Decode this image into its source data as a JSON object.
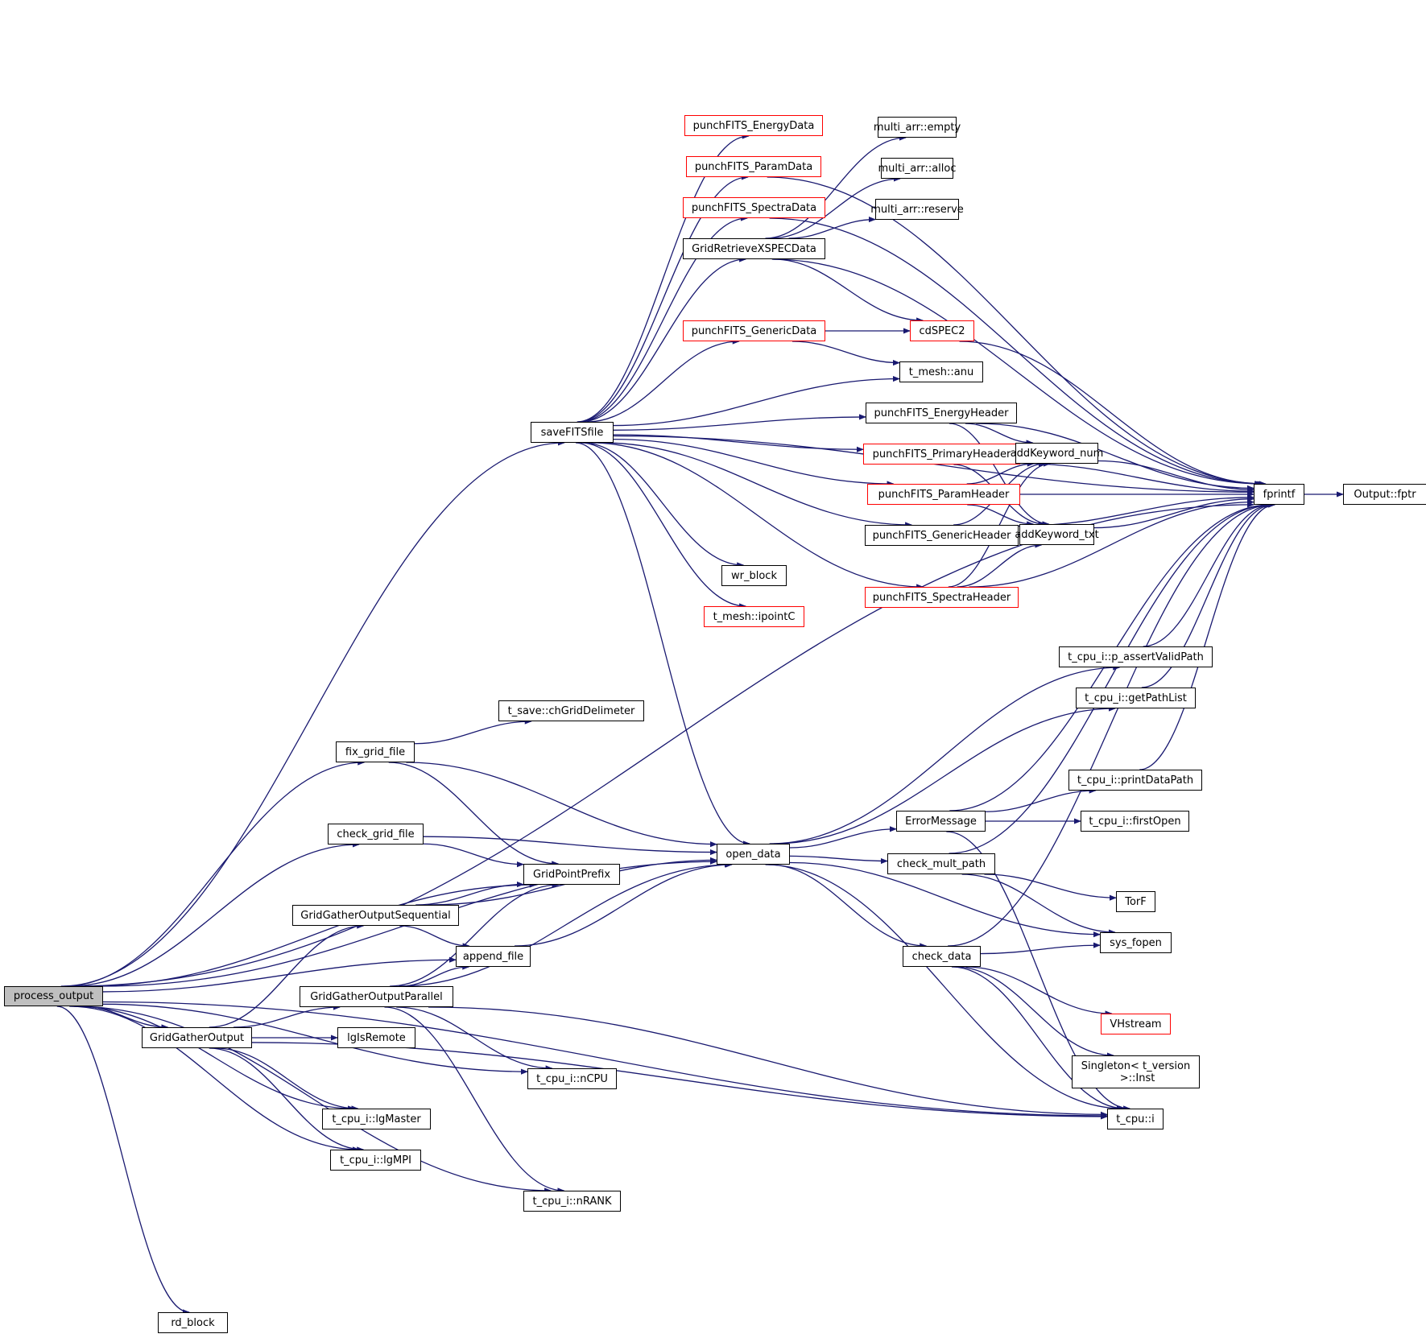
{
  "title": "Call graph of process_output",
  "colors": {
    "edge": "#191970",
    "node_border": "#000000",
    "red_border": "#ff0000",
    "root_fill": "#bfbfbf"
  },
  "nodes": [
    {
      "id": "process_output",
      "label": "process_output",
      "style": "root"
    },
    {
      "id": "saveFITSfile",
      "label": "saveFITSfile",
      "style": "normal"
    },
    {
      "id": "punchFITS_EnergyData",
      "label": "punchFITS_EnergyData",
      "style": "red"
    },
    {
      "id": "punchFITS_ParamData",
      "label": "punchFITS_ParamData",
      "style": "red"
    },
    {
      "id": "punchFITS_SpectraData",
      "label": "punchFITS_SpectraData",
      "style": "red"
    },
    {
      "id": "GridRetrieveXSPECData",
      "label": "GridRetrieveXSPECData",
      "style": "normal"
    },
    {
      "id": "punchFITS_GenericData",
      "label": "punchFITS_GenericData",
      "style": "red"
    },
    {
      "id": "multi_arr_empty",
      "label": "multi_arr::empty",
      "style": "normal"
    },
    {
      "id": "multi_arr_alloc",
      "label": "multi_arr::alloc",
      "style": "normal"
    },
    {
      "id": "multi_arr_reserve",
      "label": "multi_arr::reserve",
      "style": "normal"
    },
    {
      "id": "cdSPEC2",
      "label": "cdSPEC2",
      "style": "red"
    },
    {
      "id": "t_mesh_anu",
      "label": "t_mesh::anu",
      "style": "normal"
    },
    {
      "id": "punchFITS_EnergyHeader",
      "label": "punchFITS_EnergyHeader",
      "style": "normal"
    },
    {
      "id": "punchFITS_PrimaryHeader",
      "label": "punchFITS_PrimaryHeader",
      "style": "red"
    },
    {
      "id": "punchFITS_ParamHeader",
      "label": "punchFITS_ParamHeader",
      "style": "red"
    },
    {
      "id": "punchFITS_GenericHeader",
      "label": "punchFITS_GenericHeader",
      "style": "normal"
    },
    {
      "id": "punchFITS_SpectraHeader",
      "label": "punchFITS_SpectraHeader",
      "style": "red"
    },
    {
      "id": "addKeyword_num",
      "label": "addKeyword_num",
      "style": "normal"
    },
    {
      "id": "addKeyword_txt",
      "label": "addKeyword_txt",
      "style": "normal"
    },
    {
      "id": "fprintf",
      "label": "fprintf",
      "style": "normal"
    },
    {
      "id": "Output_fptr",
      "label": "Output::fptr",
      "style": "normal"
    },
    {
      "id": "wr_block",
      "label": "wr_block",
      "style": "normal"
    },
    {
      "id": "t_mesh_ipointC",
      "label": "t_mesh::ipointC",
      "style": "red"
    },
    {
      "id": "t_cpu_i_p_assertValidPath",
      "label": "t_cpu_i::p_assertValidPath",
      "style": "normal"
    },
    {
      "id": "t_cpu_i_getPathList",
      "label": "t_cpu_i::getPathList",
      "style": "normal"
    },
    {
      "id": "t_cpu_i_printDataPath",
      "label": "t_cpu_i::printDataPath",
      "style": "normal"
    },
    {
      "id": "t_cpu_i_firstOpen",
      "label": "t_cpu_i::firstOpen",
      "style": "normal"
    },
    {
      "id": "ErrorMessage",
      "label": "ErrorMessage",
      "style": "normal"
    },
    {
      "id": "t_save_chGridDelimeter",
      "label": "t_save::chGridDelimeter",
      "style": "normal"
    },
    {
      "id": "fix_grid_file",
      "label": "fix_grid_file",
      "style": "normal"
    },
    {
      "id": "check_grid_file",
      "label": "check_grid_file",
      "style": "normal"
    },
    {
      "id": "open_data",
      "label": "open_data",
      "style": "normal"
    },
    {
      "id": "GridPointPrefix",
      "label": "GridPointPrefix",
      "style": "normal"
    },
    {
      "id": "GridGatherOutputSequential",
      "label": "GridGatherOutputSequential",
      "style": "normal"
    },
    {
      "id": "check_mult_path",
      "label": "check_mult_path",
      "style": "normal"
    },
    {
      "id": "TorF",
      "label": "TorF",
      "style": "normal"
    },
    {
      "id": "sys_fopen",
      "label": "sys_fopen",
      "style": "normal"
    },
    {
      "id": "append_file",
      "label": "append_file",
      "style": "normal"
    },
    {
      "id": "check_data",
      "label": "check_data",
      "style": "normal"
    },
    {
      "id": "GridGatherOutputParallel",
      "label": "GridGatherOutputParallel",
      "style": "normal"
    },
    {
      "id": "GridGatherOutput",
      "label": "GridGatherOutput",
      "style": "normal"
    },
    {
      "id": "lgIsRemote",
      "label": "lgIsRemote",
      "style": "normal"
    },
    {
      "id": "VHstream",
      "label": "VHstream",
      "style": "red"
    },
    {
      "id": "Singleton_t_version_Inst",
      "label": "Singleton< t_version\n >::Inst",
      "style": "normal"
    },
    {
      "id": "t_cpu_i_nCPU",
      "label": "t_cpu_i::nCPU",
      "style": "normal"
    },
    {
      "id": "t_cpu_i_lgMaster",
      "label": "t_cpu_i::lgMaster",
      "style": "normal"
    },
    {
      "id": "t_cpu_i",
      "label": "t_cpu::i",
      "style": "normal"
    },
    {
      "id": "t_cpu_i_lgMPI",
      "label": "t_cpu_i::lgMPI",
      "style": "normal"
    },
    {
      "id": "t_cpu_i_nRANK",
      "label": "t_cpu_i::nRANK",
      "style": "normal"
    },
    {
      "id": "rd_block",
      "label": "rd_block",
      "style": "normal"
    }
  ],
  "edges": [
    [
      "process_output",
      "fprintf"
    ],
    [
      "process_output",
      "saveFITSfile"
    ],
    [
      "process_output",
      "fix_grid_file"
    ],
    [
      "process_output",
      "open_data"
    ],
    [
      "process_output",
      "check_grid_file"
    ],
    [
      "process_output",
      "GridPointPrefix"
    ],
    [
      "process_output",
      "append_file"
    ],
    [
      "process_output",
      "GridGatherOutput"
    ],
    [
      "process_output",
      "t_cpu_i_lgMaster"
    ],
    [
      "process_output",
      "t_cpu_i_lgMPI"
    ],
    [
      "process_output",
      "t_cpu_i_nCPU"
    ],
    [
      "process_output",
      "t_cpu_i_nRANK"
    ],
    [
      "process_output",
      "t_cpu_i"
    ],
    [
      "process_output",
      "rd_block"
    ],
    [
      "saveFITSfile",
      "punchFITS_EnergyData"
    ],
    [
      "saveFITSfile",
      "punchFITS_ParamData"
    ],
    [
      "saveFITSfile",
      "punchFITS_SpectraData"
    ],
    [
      "saveFITSfile",
      "GridRetrieveXSPECData"
    ],
    [
      "saveFITSfile",
      "fprintf"
    ],
    [
      "saveFITSfile",
      "punchFITS_GenericData"
    ],
    [
      "saveFITSfile",
      "t_mesh_anu"
    ],
    [
      "saveFITSfile",
      "punchFITS_EnergyHeader"
    ],
    [
      "saveFITSfile",
      "punchFITS_PrimaryHeader"
    ],
    [
      "saveFITSfile",
      "punchFITS_ParamHeader"
    ],
    [
      "saveFITSfile",
      "punchFITS_GenericHeader"
    ],
    [
      "saveFITSfile",
      "wr_block"
    ],
    [
      "saveFITSfile",
      "t_mesh_ipointC"
    ],
    [
      "saveFITSfile",
      "punchFITS_SpectraHeader"
    ],
    [
      "saveFITSfile",
      "open_data"
    ],
    [
      "punchFITS_ParamData",
      "fprintf"
    ],
    [
      "punchFITS_SpectraData",
      "fprintf"
    ],
    [
      "GridRetrieveXSPECData",
      "multi_arr_empty"
    ],
    [
      "GridRetrieveXSPECData",
      "multi_arr_alloc"
    ],
    [
      "GridRetrieveXSPECData",
      "multi_arr_reserve"
    ],
    [
      "GridRetrieveXSPECData",
      "fprintf"
    ],
    [
      "GridRetrieveXSPECData",
      "cdSPEC2"
    ],
    [
      "punchFITS_GenericData",
      "cdSPEC2"
    ],
    [
      "punchFITS_GenericData",
      "t_mesh_anu"
    ],
    [
      "cdSPEC2",
      "fprintf"
    ],
    [
      "punchFITS_EnergyHeader",
      "fprintf"
    ],
    [
      "punchFITS_EnergyHeader",
      "addKeyword_num"
    ],
    [
      "punchFITS_EnergyHeader",
      "addKeyword_txt"
    ],
    [
      "punchFITS_PrimaryHeader",
      "fprintf"
    ],
    [
      "punchFITS_PrimaryHeader",
      "addKeyword_num"
    ],
    [
      "punchFITS_PrimaryHeader",
      "addKeyword_txt"
    ],
    [
      "punchFITS_ParamHeader",
      "addKeyword_num"
    ],
    [
      "punchFITS_ParamHeader",
      "fprintf"
    ],
    [
      "punchFITS_ParamHeader",
      "addKeyword_txt"
    ],
    [
      "punchFITS_GenericHeader",
      "addKeyword_num"
    ],
    [
      "punchFITS_GenericHeader",
      "addKeyword_txt"
    ],
    [
      "punchFITS_GenericHeader",
      "fprintf"
    ],
    [
      "punchFITS_SpectraHeader",
      "addKeyword_num"
    ],
    [
      "punchFITS_SpectraHeader",
      "addKeyword_txt"
    ],
    [
      "punchFITS_SpectraHeader",
      "fprintf"
    ],
    [
      "addKeyword_num",
      "fprintf"
    ],
    [
      "addKeyword_txt",
      "fprintf"
    ],
    [
      "fprintf",
      "Output_fptr"
    ],
    [
      "t_cpu_i_p_assertValidPath",
      "fprintf"
    ],
    [
      "t_cpu_i_getPathList",
      "fprintf"
    ],
    [
      "t_cpu_i_printDataPath",
      "fprintf"
    ],
    [
      "ErrorMessage",
      "fprintf"
    ],
    [
      "ErrorMessage",
      "t_cpu_i_printDataPath"
    ],
    [
      "ErrorMessage",
      "t_cpu_i_firstOpen"
    ],
    [
      "ErrorMessage",
      "t_cpu_i"
    ],
    [
      "fix_grid_file",
      "t_save_chGridDelimeter"
    ],
    [
      "fix_grid_file",
      "open_data"
    ],
    [
      "fix_grid_file",
      "GridPointPrefix"
    ],
    [
      "check_grid_file",
      "open_data"
    ],
    [
      "check_grid_file",
      "GridPointPrefix"
    ],
    [
      "GridGatherOutputSequential",
      "GridPointPrefix"
    ],
    [
      "GridGatherOutputSequential",
      "open_data"
    ],
    [
      "GridGatherOutputSequential",
      "append_file"
    ],
    [
      "append_file",
      "open_data"
    ],
    [
      "open_data",
      "t_cpu_i_p_assertValidPath"
    ],
    [
      "open_data",
      "t_cpu_i_getPathList"
    ],
    [
      "open_data",
      "ErrorMessage"
    ],
    [
      "open_data",
      "check_mult_path"
    ],
    [
      "open_data",
      "sys_fopen"
    ],
    [
      "open_data",
      "check_data"
    ],
    [
      "open_data",
      "t_cpu_i"
    ],
    [
      "check_mult_path",
      "fprintf"
    ],
    [
      "check_mult_path",
      "TorF"
    ],
    [
      "check_mult_path",
      "sys_fopen"
    ],
    [
      "check_data",
      "sys_fopen"
    ],
    [
      "check_data",
      "fprintf"
    ],
    [
      "check_data",
      "VHstream"
    ],
    [
      "check_data",
      "Singleton_t_version_Inst"
    ],
    [
      "check_data",
      "t_cpu_i"
    ],
    [
      "GridGatherOutputParallel",
      "GridPointPrefix"
    ],
    [
      "GridGatherOutputParallel",
      "append_file"
    ],
    [
      "GridGatherOutputParallel",
      "open_data"
    ],
    [
      "GridGatherOutputParallel",
      "t_cpu_i_nCPU"
    ],
    [
      "GridGatherOutputParallel",
      "t_cpu_i_nRANK"
    ],
    [
      "GridGatherOutputParallel",
      "t_cpu_i"
    ],
    [
      "GridGatherOutput",
      "GridGatherOutputSequential"
    ],
    [
      "GridGatherOutput",
      "GridGatherOutputParallel"
    ],
    [
      "GridGatherOutput",
      "lgIsRemote"
    ],
    [
      "GridGatherOutput",
      "t_cpu_i_lgMaster"
    ],
    [
      "GridGatherOutput",
      "t_cpu_i_lgMPI"
    ],
    [
      "GridGatherOutput",
      "t_cpu_i"
    ]
  ]
}
